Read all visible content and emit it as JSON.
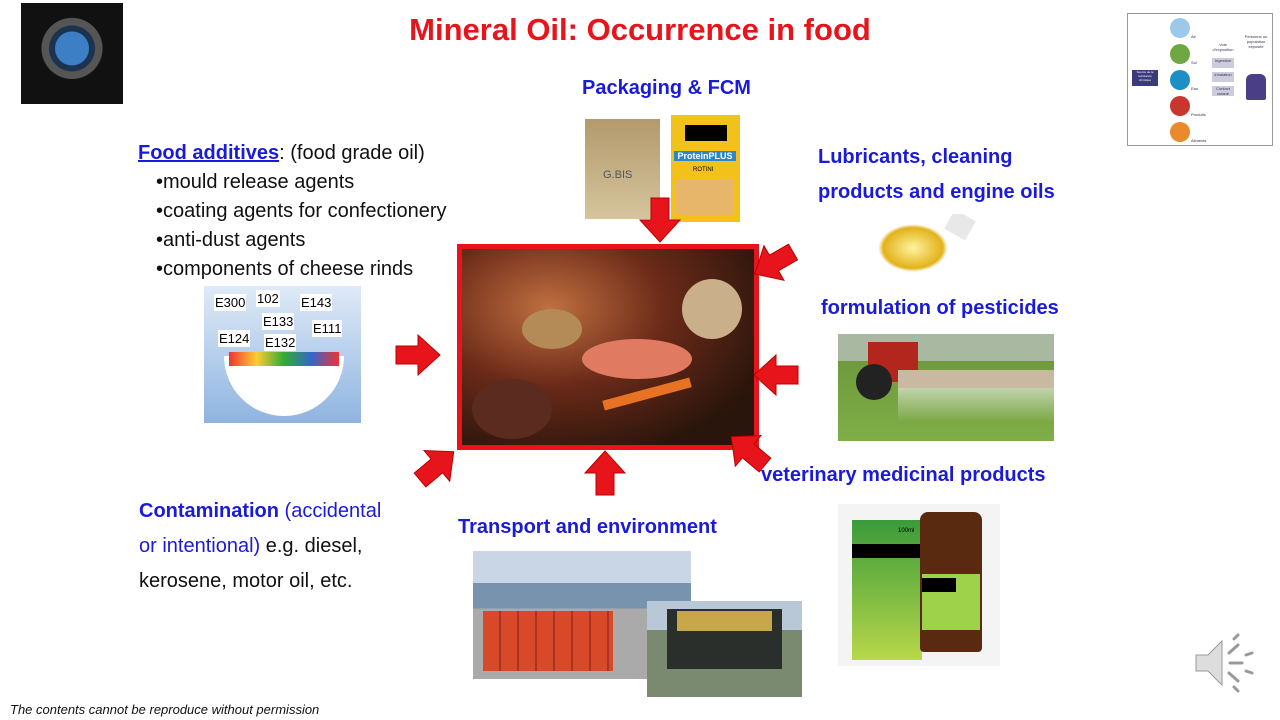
{
  "title": "Mineral Oil: Occurrence in food",
  "food_additives": {
    "heading": "Food additives",
    "suffix": ": (food grade oil)",
    "items": [
      "mould release agents",
      "coating agents for confectionery",
      "anti-dust agents",
      "components of cheese rinds"
    ],
    "image_labels": [
      "E300",
      "102",
      "E143",
      "E133",
      "E124",
      "E111",
      "E132"
    ]
  },
  "packaging": {
    "label": "Packaging & FCM",
    "box_brand": "ProteinPLUS",
    "box_sub": "ROTINI",
    "bag_text": "G.BIS"
  },
  "lubricants": {
    "line1": "Lubricants, cleaning",
    "line2": "products and engine oils"
  },
  "pesticides": {
    "label": "formulation of pesticides"
  },
  "veterinary": {
    "label": "veterinary medicinal products",
    "bottle_label": "100ml"
  },
  "transport": {
    "label": "Transport and environment"
  },
  "contamination": {
    "heading": "Contamination",
    "rest1": " (accidental",
    "line2a": "or intentional)",
    "line2b": " e.g. diesel,",
    "line3": "kerosene, motor oil, etc."
  },
  "diagram": {
    "source": "Source de la substance chimique",
    "media": [
      "Air",
      "Sol",
      "Eau",
      "Produits",
      "Aliments"
    ],
    "route_title": "Voie d'exposition",
    "routes": [
      "Ingestion",
      "Inhalation",
      "Contact cutané"
    ],
    "target": "Personne ou population exposée"
  },
  "footer": "The contents cannot be reproduce without permission",
  "icons": {
    "audio": "speaker-icon"
  },
  "colors": {
    "title": "#e8141b",
    "heading_blue": "#1a1adb",
    "arrow": "#e8141b"
  }
}
